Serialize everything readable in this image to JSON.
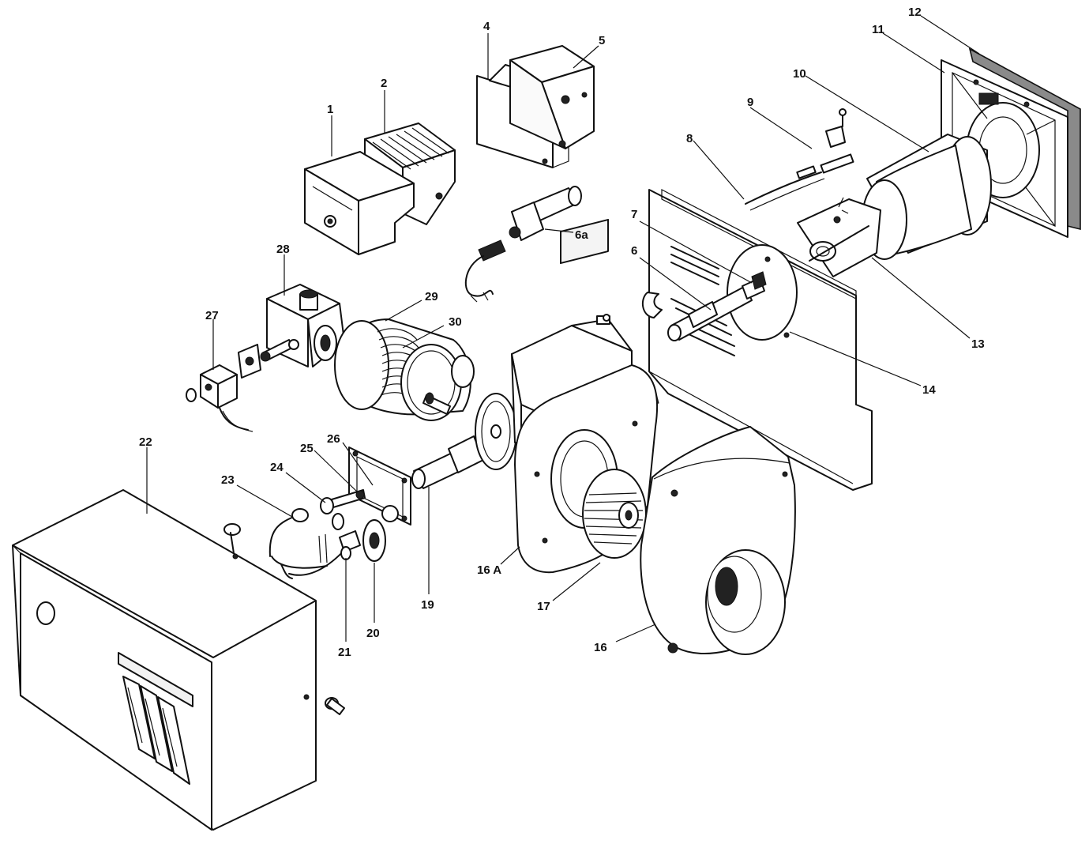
{
  "callouts": [
    {
      "id": "c1",
      "text": "1"
    },
    {
      "id": "c2",
      "text": "2"
    },
    {
      "id": "c4",
      "text": "4"
    },
    {
      "id": "c5",
      "text": "5"
    },
    {
      "id": "c6a",
      "text": "6a"
    },
    {
      "id": "c6",
      "text": "6"
    },
    {
      "id": "c7",
      "text": "7"
    },
    {
      "id": "c8",
      "text": "8"
    },
    {
      "id": "c9",
      "text": "9"
    },
    {
      "id": "c10",
      "text": "10"
    },
    {
      "id": "c11",
      "text": "11"
    },
    {
      "id": "c12",
      "text": "12"
    },
    {
      "id": "c13",
      "text": "13"
    },
    {
      "id": "c14",
      "text": "14"
    },
    {
      "id": "c16a",
      "text": "16 A"
    },
    {
      "id": "c16",
      "text": "16"
    },
    {
      "id": "c17",
      "text": "17"
    },
    {
      "id": "c19",
      "text": "19"
    },
    {
      "id": "c20",
      "text": "20"
    },
    {
      "id": "c21",
      "text": "21"
    },
    {
      "id": "c22",
      "text": "22"
    },
    {
      "id": "c23",
      "text": "23"
    },
    {
      "id": "c24",
      "text": "24"
    },
    {
      "id": "c25",
      "text": "25"
    },
    {
      "id": "c26",
      "text": "26"
    },
    {
      "id": "c27",
      "text": "27"
    },
    {
      "id": "c28",
      "text": "28"
    },
    {
      "id": "c29",
      "text": "29"
    },
    {
      "id": "c30",
      "text": "30"
    }
  ]
}
